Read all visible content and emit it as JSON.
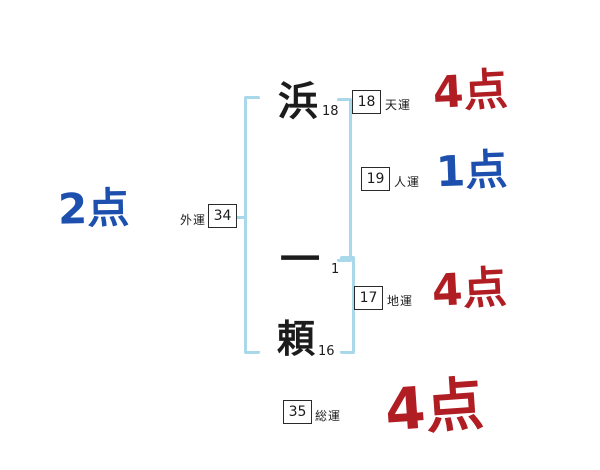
{
  "name_chars": [
    {
      "glyph": "浜",
      "strokes": "18"
    },
    {
      "glyph": "一",
      "strokes": "1"
    },
    {
      "glyph": "頼",
      "strokes": "16"
    }
  ],
  "fortunes": {
    "ten": {
      "value": "18",
      "label": "天運",
      "score": "4点"
    },
    "jin": {
      "value": "19",
      "label": "人運",
      "score": "1点"
    },
    "chi": {
      "value": "17",
      "label": "地運",
      "score": "4点"
    },
    "gai": {
      "value": "34",
      "label": "外運",
      "score": "2点"
    },
    "sou": {
      "value": "35",
      "label": "総運",
      "score": "4点"
    }
  },
  "colors": {
    "score_red": "#b01e23",
    "score_blue": "#1c4fae",
    "bracket_blue": "#a9d8ea"
  }
}
